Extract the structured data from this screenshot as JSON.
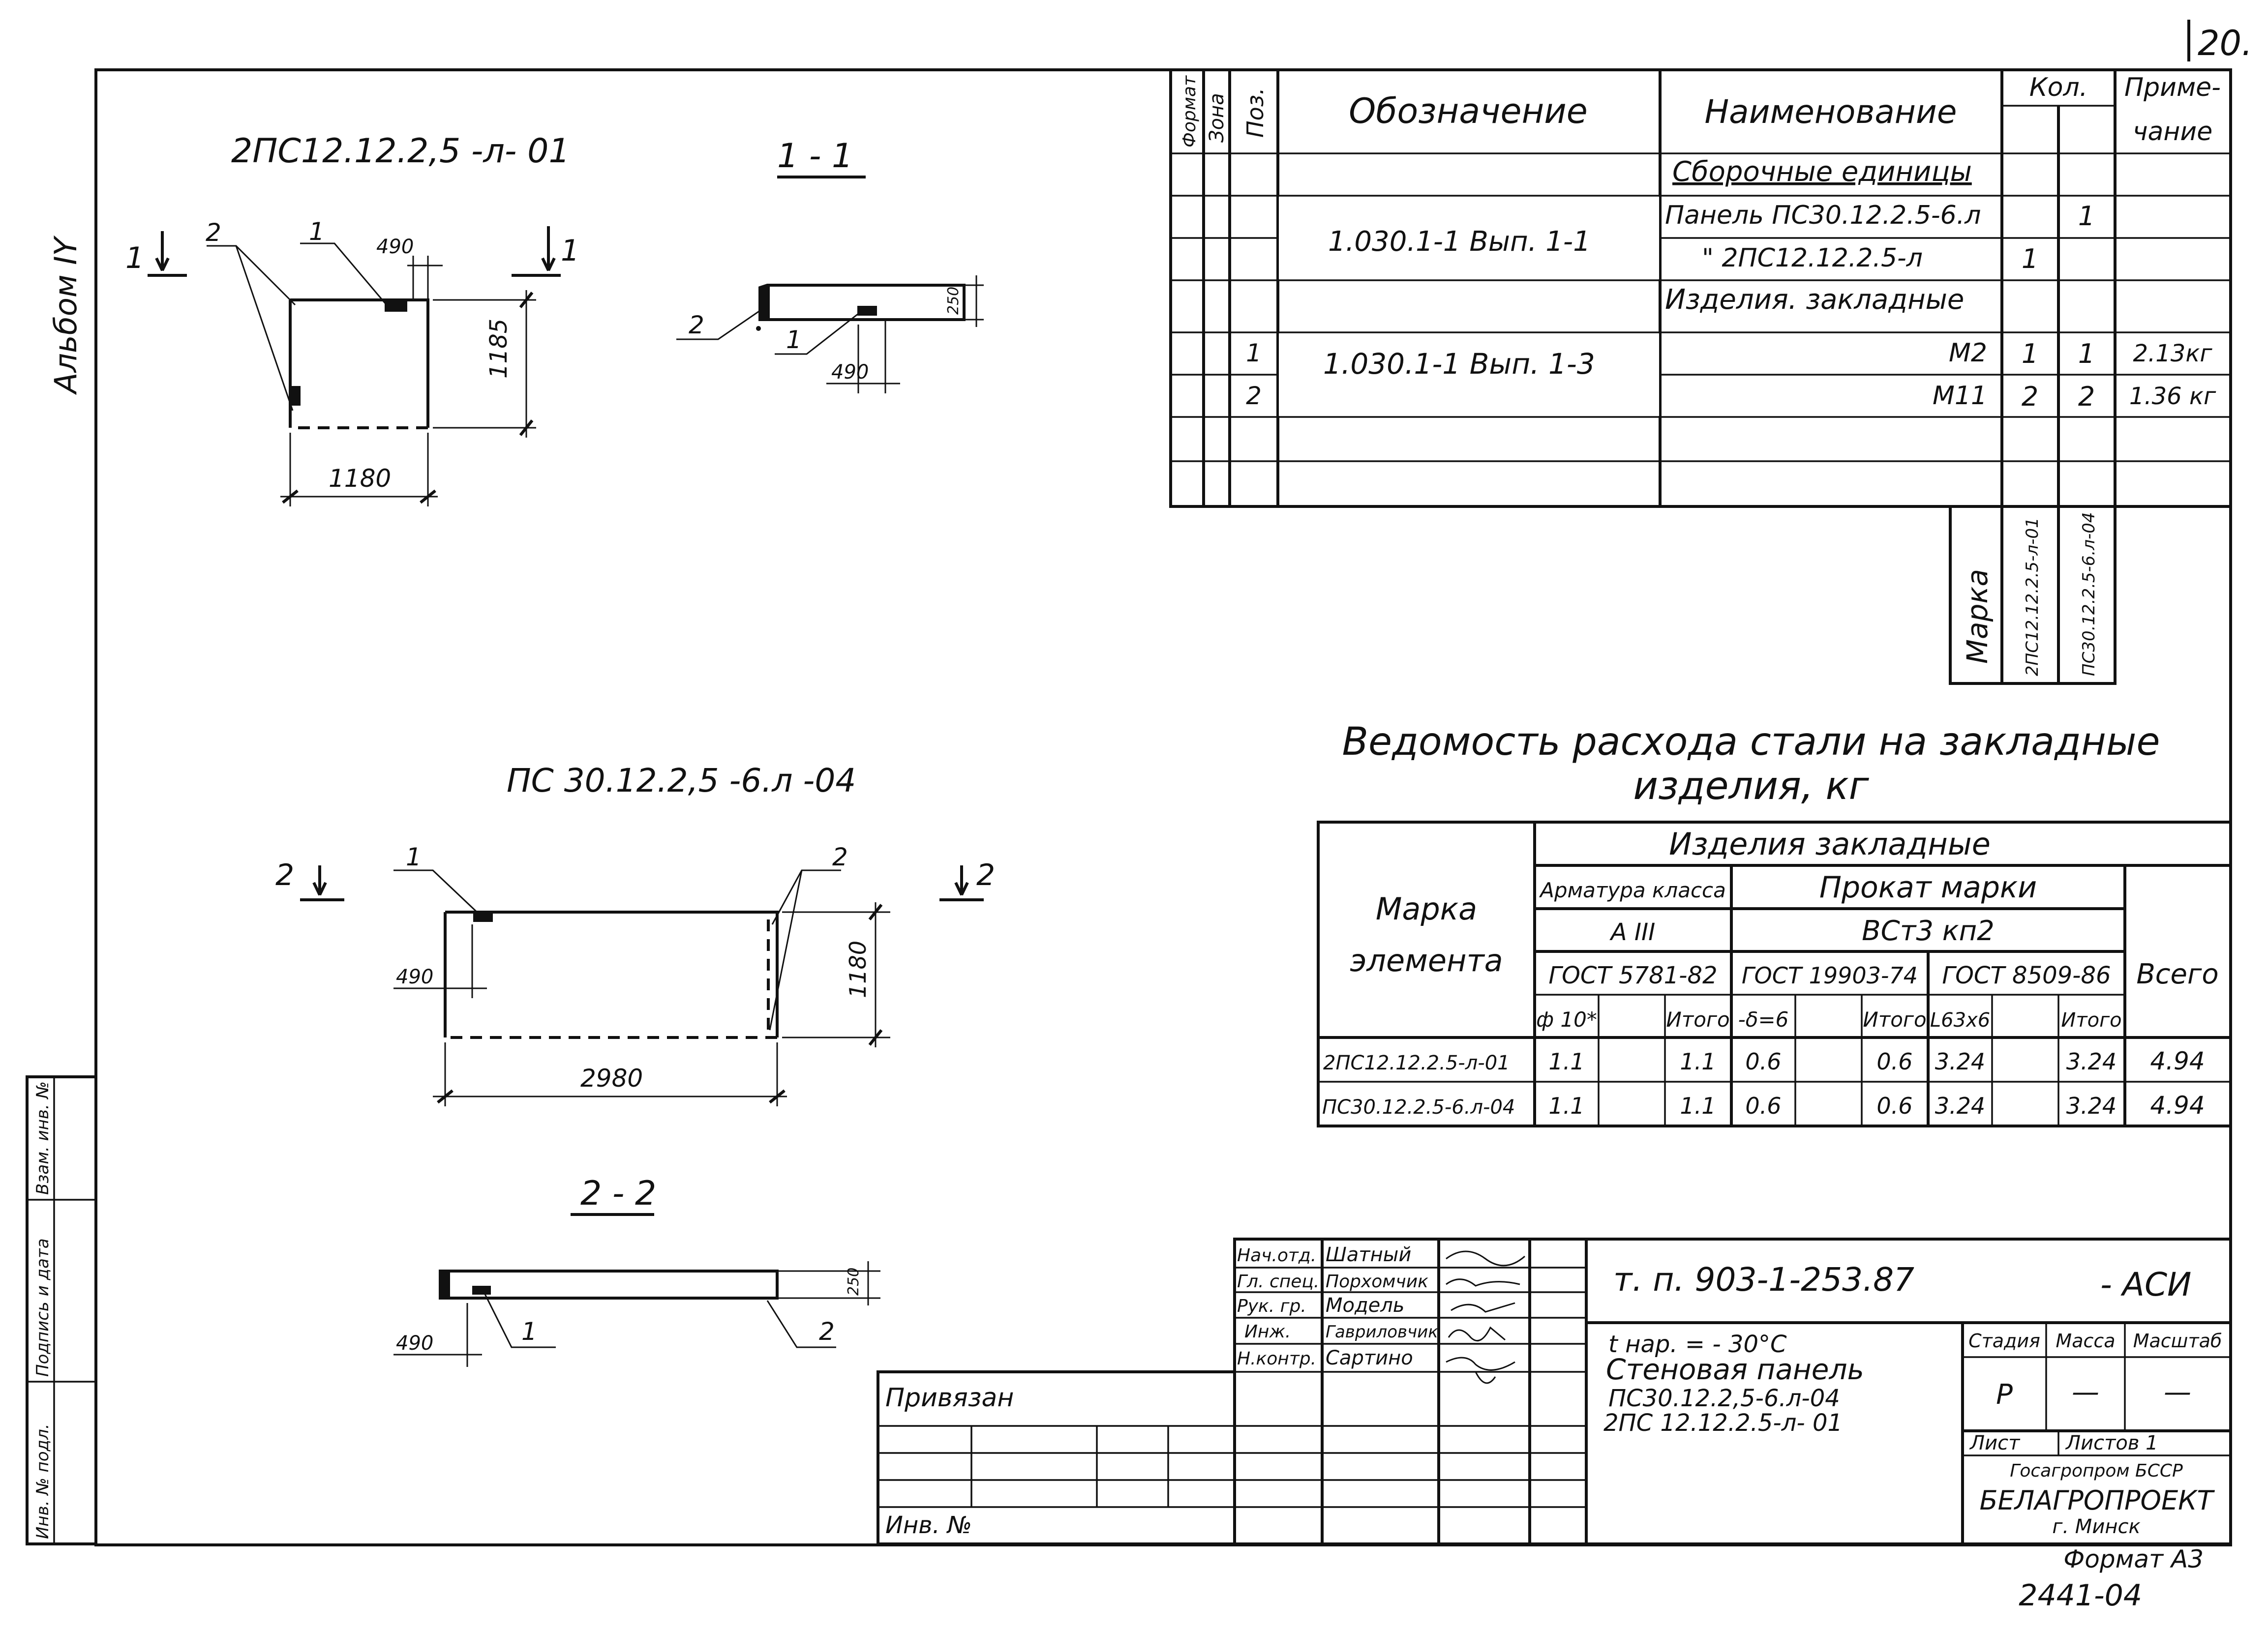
{
  "corner_page": "20.",
  "album_label": "Альбом IY",
  "inv_stamp": {
    "vzam": "Взам. инв. №",
    "podpis": "Подпись и дата",
    "inv_podl": "Инв. № подл."
  },
  "drawings": {
    "panel1": {
      "title": "2ПС12.12.2,5 -л- 01",
      "width": "1180",
      "height": "1185",
      "offset": "490",
      "pos1": "1",
      "pos2": "2",
      "cut_num": "1"
    },
    "section11": {
      "title": "1 - 1",
      "offset": "490",
      "thickness": "250",
      "pos1": "1",
      "pos2": "2"
    },
    "panel2": {
      "title": "ПС 30.12.2,5 -6.л -04",
      "width": "2980",
      "height": "1180",
      "offset": "490",
      "pos1": "1",
      "pos2": "2",
      "cut_num": "2"
    },
    "section22": {
      "title": "2 - 2",
      "offset": "490",
      "thickness": "250",
      "pos1": "1",
      "pos2": "2"
    }
  },
  "spec": {
    "headers": {
      "format": "Формат",
      "zone": "Зона",
      "pos": "Поз.",
      "designation": "Обозначение",
      "name": "Наименование",
      "qty": "Кол.",
      "note1": "Приме-",
      "note2": "чание"
    },
    "rows": [
      {
        "pos": "",
        "designation": "",
        "name": "Сборочные единицы",
        "q1": "",
        "q2": "",
        "note": ""
      },
      {
        "pos": "",
        "designation": "",
        "name": "Панель ПС30.12.2.5-6.л",
        "q1": "",
        "q2": "1",
        "note": ""
      },
      {
        "pos": "",
        "designation": "",
        "name": "\"    2ПС12.12.2.5-л",
        "q1": "1",
        "q2": "",
        "note": ""
      },
      {
        "pos": "",
        "designation": "",
        "name": "Изделия. закладные",
        "q1": "",
        "q2": "",
        "note": ""
      },
      {
        "pos": "1",
        "designation": "",
        "name": "М2",
        "q1": "1",
        "q2": "1",
        "note": "2.13кг"
      },
      {
        "pos": "2",
        "designation": "",
        "name": "М11",
        "q1": "2",
        "q2": "2",
        "note": "1.36 кг"
      }
    ],
    "desig_group1": "1.030.1-1 Вып. 1-1",
    "desig_group2": "1.030.1-1 Вып. 1-3",
    "marka_label": "Марка",
    "marka_cols": [
      "2ПС12.12.2.5-л-01",
      "ПС30.12.2.5-6.л-04"
    ]
  },
  "steel": {
    "title1": "Ведомость расхода стали на закладные",
    "title2": "изделия, кг",
    "marka_head1": "Марка",
    "marka_head2": "элемента",
    "izd_head": "Изделия закладные",
    "armatura_head": "Арматура класса",
    "armatura_class": "А III",
    "prokat_head": "Прокат марки",
    "prokat_mark": "ВСт3 кп2",
    "gost1": "ГОСТ 5781-82",
    "gost2": "ГОСТ 19903-74",
    "gost3": "ГОСТ 8509-86",
    "total_head": "Всего",
    "sub": [
      "ф 10*",
      "",
      "Итого",
      "-δ=6",
      "",
      "Итого",
      "L63х6",
      "",
      "Итого"
    ],
    "rows": [
      {
        "mark": "2ПС12.12.2.5-л-01",
        "vals": [
          "1.1",
          "",
          "1.1",
          "0.6",
          "",
          "0.6",
          "3.24",
          "",
          "3.24"
        ],
        "total": "4.94"
      },
      {
        "mark": "ПС30.12.2.5-6.л-04",
        "vals": [
          "1.1",
          "",
          "1.1",
          "0.6",
          "",
          "0.6",
          "3.24",
          "",
          "3.24"
        ],
        "total": "4.94"
      }
    ]
  },
  "titleblock": {
    "roles": [
      "Нач.отд.",
      "Гл. спец.",
      "Рук. гр.",
      "Инж.",
      "Н.контр."
    ],
    "names": [
      "Шатный",
      "Порхомчик",
      "Модель",
      "Гавриловчик",
      "Сартино"
    ],
    "code": "т. п.   903-1-253.87",
    "suffix": "- АСИ",
    "temp": "t нар. = - 30°С",
    "desc1": "Стеновая панель",
    "desc2": "ПС30.12.2,5-6.л-04",
    "desc3": "2ПС 12.12.2.5-л- 01",
    "stadia": "Стадия",
    "massa": "Масса",
    "masshtab": "Масштаб",
    "stadia_val": "Р",
    "massa_val": "—",
    "masshtab_val": "—",
    "list": "Лист",
    "listov": "Листов 1",
    "org1": "Госагропром БССР",
    "org2": "БЕЛАГРОПРОЕКТ",
    "org3": "г. Минск",
    "privyazan": "Привязан",
    "inv_no": "Инв. №",
    "format": "Формат А3",
    "drawing_no": "2441-04"
  }
}
